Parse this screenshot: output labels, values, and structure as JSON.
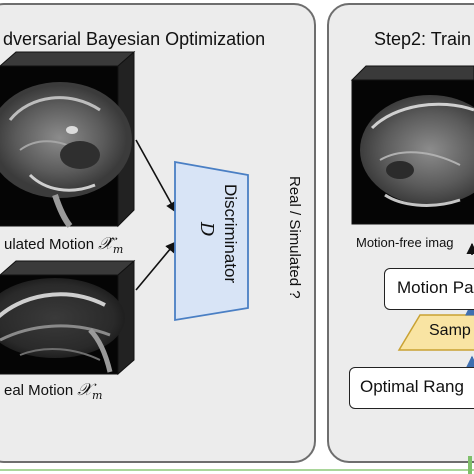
{
  "left_panel": {
    "title": "dversarial Bayesian Optimization",
    "simulated_caption": "ulated Motion",
    "simulated_symbol": "𝒳̂",
    "simulated_sub": "m",
    "real_caption": "eal Motion",
    "real_symbol": "𝒳",
    "real_sub": "m",
    "discriminator_label": "Discriminator",
    "discriminator_symbol": "D",
    "output_label": "Real / Simulated ?"
  },
  "right_panel": {
    "title": "Step2: Train",
    "image_caption": "Motion-free imag",
    "motion_box_label": "Motion Pa",
    "sample_label": "Samp",
    "optimal_box_label": "Optimal Rang"
  },
  "colors": {
    "panel_bg": "#ececec",
    "panel_border": "#6e6e6e",
    "discriminator_fill": "#d8e4f6",
    "discriminator_stroke": "#4a7fc4",
    "sample_fill": "#f9e4a3",
    "sample_stroke": "#c9a233",
    "arrow_blue": "#3f6fb0",
    "green_arrow": "#7fbf6a"
  }
}
